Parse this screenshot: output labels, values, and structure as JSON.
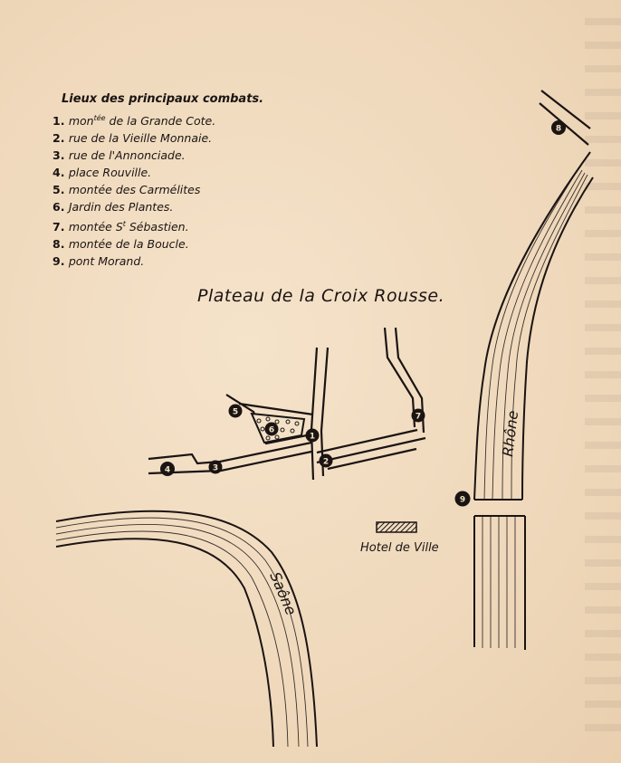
{
  "legend": {
    "title": "Lieux des principaux combats.",
    "items": [
      {
        "num": "1.",
        "text": "mon",
        "sup": "tée",
        "rest": " de la Grande Cote."
      },
      {
        "num": "2.",
        "text": "rue de la Vieille Monnaie."
      },
      {
        "num": "3.",
        "text": "rue de l'Annonciade."
      },
      {
        "num": "4.",
        "text": "place Rouville."
      },
      {
        "num": "5.",
        "text": "montée des Carmélites"
      },
      {
        "num": "6.",
        "text": "Jardin des Plantes."
      },
      {
        "num": "7.",
        "text": "montée S",
        "sup": "t",
        "rest": " Sébastien."
      },
      {
        "num": "8.",
        "text": "montée de la Boucle."
      },
      {
        "num": "9.",
        "text": "pont Morand."
      }
    ]
  },
  "map_title": "Plateau de la Croix Rousse.",
  "labels": {
    "rhone": "Rhône",
    "saone": "Saône",
    "hotel_de_ville": "Hotel de Ville"
  },
  "markers": [
    "1",
    "2",
    "3",
    "4",
    "5",
    "6",
    "7",
    "8",
    "9"
  ],
  "colors": {
    "paper": "#f1dcc0",
    "ink": "#1a1412"
  }
}
